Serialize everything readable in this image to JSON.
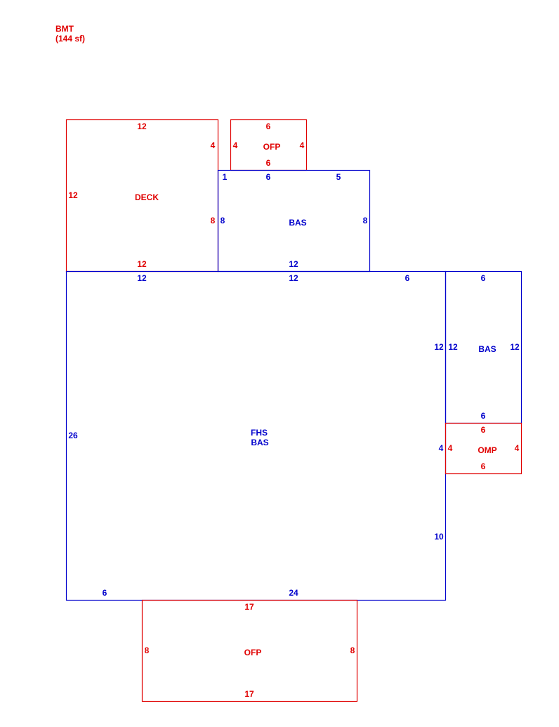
{
  "colors": {
    "red": "#e00000",
    "blue": "#0000cc"
  },
  "note": {
    "code": "BMT",
    "area": "(144 sf)"
  },
  "areas": {
    "deck": {
      "label": "DECK",
      "top": "12",
      "bottom": "12",
      "left": "12",
      "right_upper": "4",
      "right_lower": "8"
    },
    "ofp_top": {
      "label": "OFP",
      "top": "6",
      "bottom": "6",
      "left": "4",
      "right": "4"
    },
    "bas_upper": {
      "label": "BAS",
      "top_a": "1",
      "top_b": "6",
      "top_c": "5",
      "left": "8",
      "right": "8",
      "bottom": "12"
    },
    "main": {
      "label1": "FHS",
      "label2": "BAS",
      "top_a": "12",
      "top_b": "12",
      "top_c": "6",
      "left": "26",
      "right_a": "12",
      "right_b": "4",
      "right_c": "10",
      "bottom_a": "6",
      "bottom_b": "24"
    },
    "bas_right": {
      "label": "BAS",
      "top": "6",
      "bottom": "6",
      "left": "12",
      "right": "12"
    },
    "omp": {
      "label": "OMP",
      "top": "6",
      "bottom": "6",
      "left": "4",
      "right": "4"
    },
    "ofp_bottom": {
      "label": "OFP",
      "top": "17",
      "bottom": "17",
      "left": "8",
      "right": "8"
    }
  }
}
